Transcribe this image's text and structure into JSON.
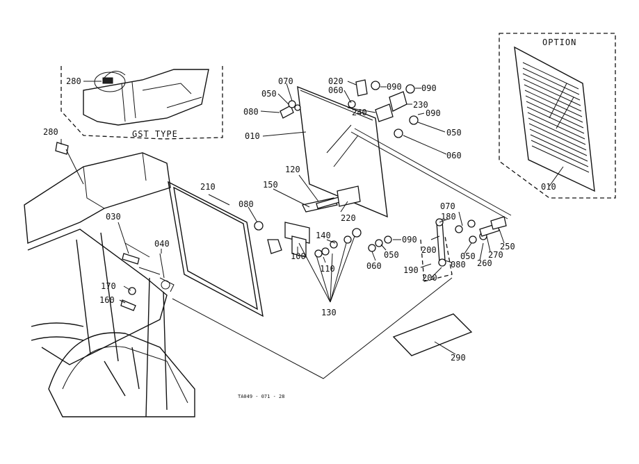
{
  "captions": {
    "option": "OPTION",
    "gst_type": "GST TYPE",
    "figure_code": "TA049 - 071 - 28"
  },
  "parts": {
    "p280a": "280",
    "p280b": "280",
    "p070a": "070",
    "p050a": "050",
    "p080a": "080",
    "p010a": "010",
    "p020": "020",
    "p060a": "060",
    "p090a": "090",
    "p090b": "090",
    "p230": "230",
    "p240": "240",
    "p090c": "090",
    "p050b": "050",
    "p060b": "060",
    "p010b": "010",
    "p120": "120",
    "p150": "150",
    "p210": "210",
    "p080b": "080",
    "p030": "030",
    "p040": "040",
    "p220": "220",
    "p140": "140",
    "p100": "100",
    "p110": "110",
    "p130": "130",
    "p090d": "090",
    "p050c": "050",
    "p060c": "060",
    "p070b": "070",
    "p180": "180",
    "p200a": "200",
    "p190": "190",
    "p200b": "200",
    "p080c": "080",
    "p050d": "050",
    "p260": "260",
    "p270": "270",
    "p250": "250",
    "p170": "170",
    "p160": "160",
    "p290": "290"
  }
}
